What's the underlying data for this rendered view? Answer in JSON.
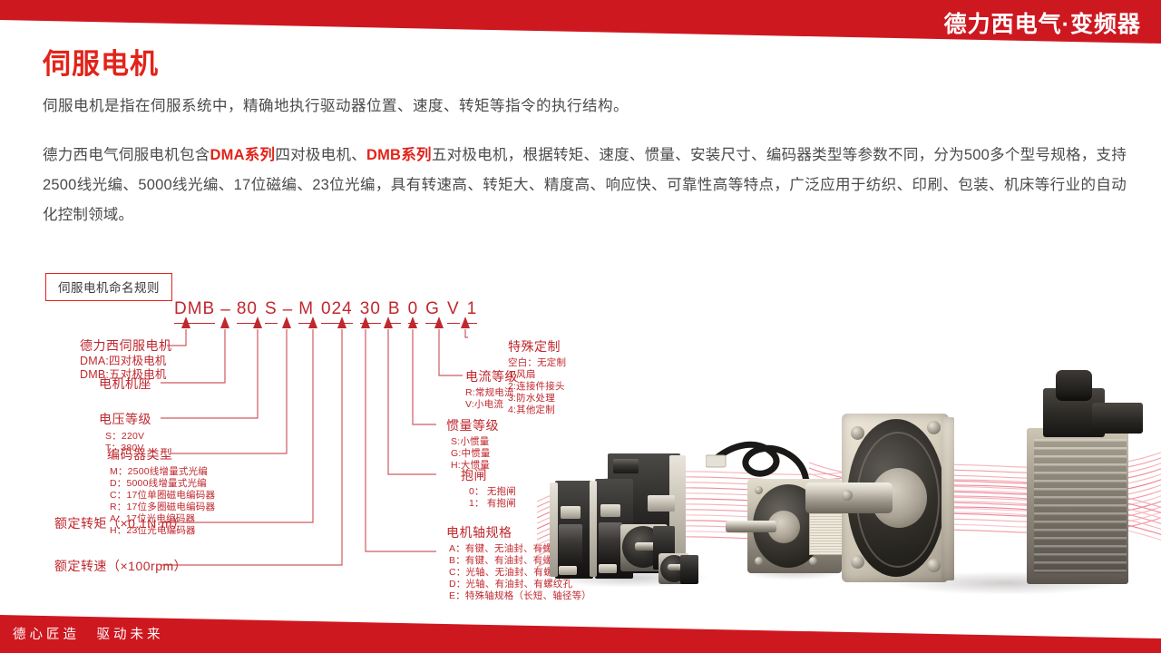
{
  "header": {
    "brand": "德力西电气·变频器"
  },
  "page": {
    "title": "伺服电机",
    "subtitle": "伺服电机是指在伺服系统中，精确地执行驱动器位置、速度、转矩等指令的执行结构。",
    "paragraph_parts": {
      "p1": "德力西电气伺服电机包含",
      "b1": "DMA系列",
      "p2": "四对极电机、",
      "b2": "DMB系列",
      "p3": "五对极电机，根据转矩、速度、惯量、安装尺寸、编码器类型等参数不同，分为500多个型号规格，支持2500线光编、5000线光编、17位磁编、23位光编，具有转速高、转矩大、精度高、响应快、可靠性高等特点，广泛应用于纺织、印刷、包装、机床等行业的自动化控制领域。"
    }
  },
  "naming_rule": {
    "box_label": "伺服电机命名规则",
    "code_segments": [
      {
        "text": "DMB",
        "underline": true
      },
      {
        "text": "–",
        "underline": false
      },
      {
        "text": "80",
        "underline": true
      },
      {
        "text": "S",
        "underline": true
      },
      {
        "text": "–",
        "underline": false
      },
      {
        "text": "M",
        "underline": true
      },
      {
        "text": "024",
        "underline": true
      },
      {
        "text": "30",
        "underline": true
      },
      {
        "text": "B",
        "underline": true
      },
      {
        "text": "0",
        "underline": true
      },
      {
        "text": "G",
        "underline": true
      },
      {
        "text": "V",
        "underline": true
      },
      {
        "text": "1",
        "underline": true
      }
    ],
    "left_labels": {
      "l1_head": "德力西伺服电机",
      "l1_sub": "DMA:四对极电机\nDMB:五对极电机",
      "l2_head": "电机机座",
      "l3_head": "电压等级",
      "l3_sub": "S：220V\nT：380V",
      "l4_head": "编码器类型",
      "l4_sub": "M：2500线增量式光编\nD：5000线增量式光编\nC：17位单圈磁电编码器\nR：17位多圈磁电编码器\nA：17位光电编码器\nH：23位光电编码器",
      "l5_head": "额定转矩（×0.1N·m）",
      "l6_head": "额定转速（×100rpm）"
    },
    "right_labels": {
      "r1_head": "特殊定制",
      "r1_sub": "空白：无定制\n1:风扇\n2:连接件接头\n3:防水处理\n4:其他定制",
      "r2_head": "电流等级",
      "r2_sub": "R:常规电流\nV:小电流",
      "r3_head": "惯量等级",
      "r3_sub": "S:小惯量\nG:中惯量\nH:大惯量",
      "r4_head": "抱闸",
      "r4_sub": "0： 无抱闸\n1： 有抱闸",
      "r5_head": "电机轴规格",
      "r5_sub": "A：有键、无油封、有螺纹孔\nB：有键、有油封、有螺纹孔\nC：光轴、无油封、有螺纹孔\nD：光轴、有油封、有螺纹孔\nE：特殊轴规格（长短、轴径等）"
    }
  },
  "footer": {
    "slogan": "德心匠造　驱动未来"
  },
  "colors": {
    "brand_red": "#ce1820",
    "title_red": "#e2231a",
    "diagram_red": "#c0282e",
    "body_gray": "#4b4b4b"
  }
}
